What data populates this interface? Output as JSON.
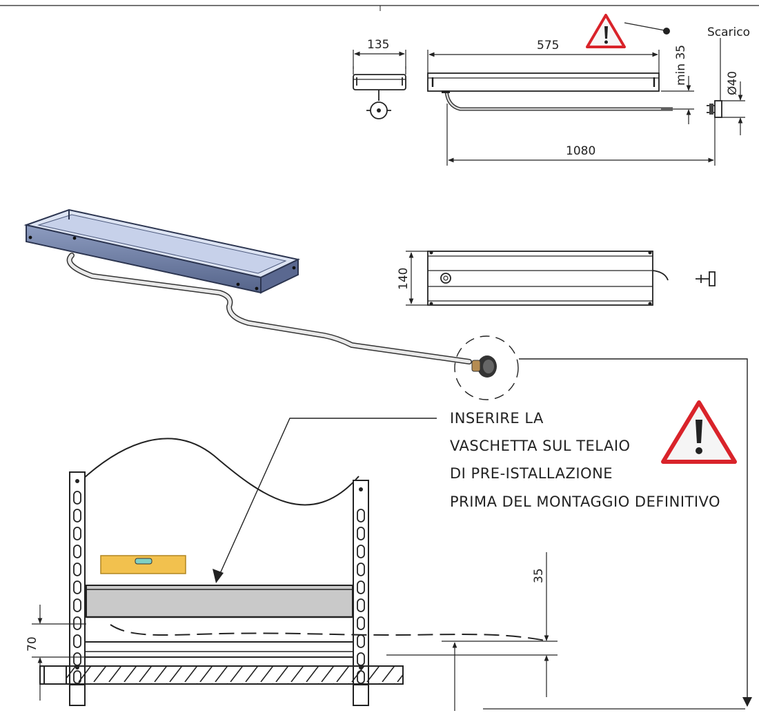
{
  "dimensions": {
    "d135": "135",
    "d575": "575",
    "min35": "min 35",
    "d40": "Ø40",
    "scarico": "Scarico",
    "d1080": "1080",
    "d140": "140",
    "d35": "35",
    "d70": "70"
  },
  "note": {
    "lines": [
      "INSERIRE LA",
      "VASCHETTA SUL TELAIO",
      "DI PRE-ISTALLAZIONE",
      "PRIMA DEL MONTAGGIO DEFINITIVO"
    ]
  },
  "colors": {
    "warning_red": "#d9232a",
    "level_yellow": "#f2c14e",
    "tray_blue": "#6e7fa3",
    "tray_inner": "#dde4f3"
  }
}
